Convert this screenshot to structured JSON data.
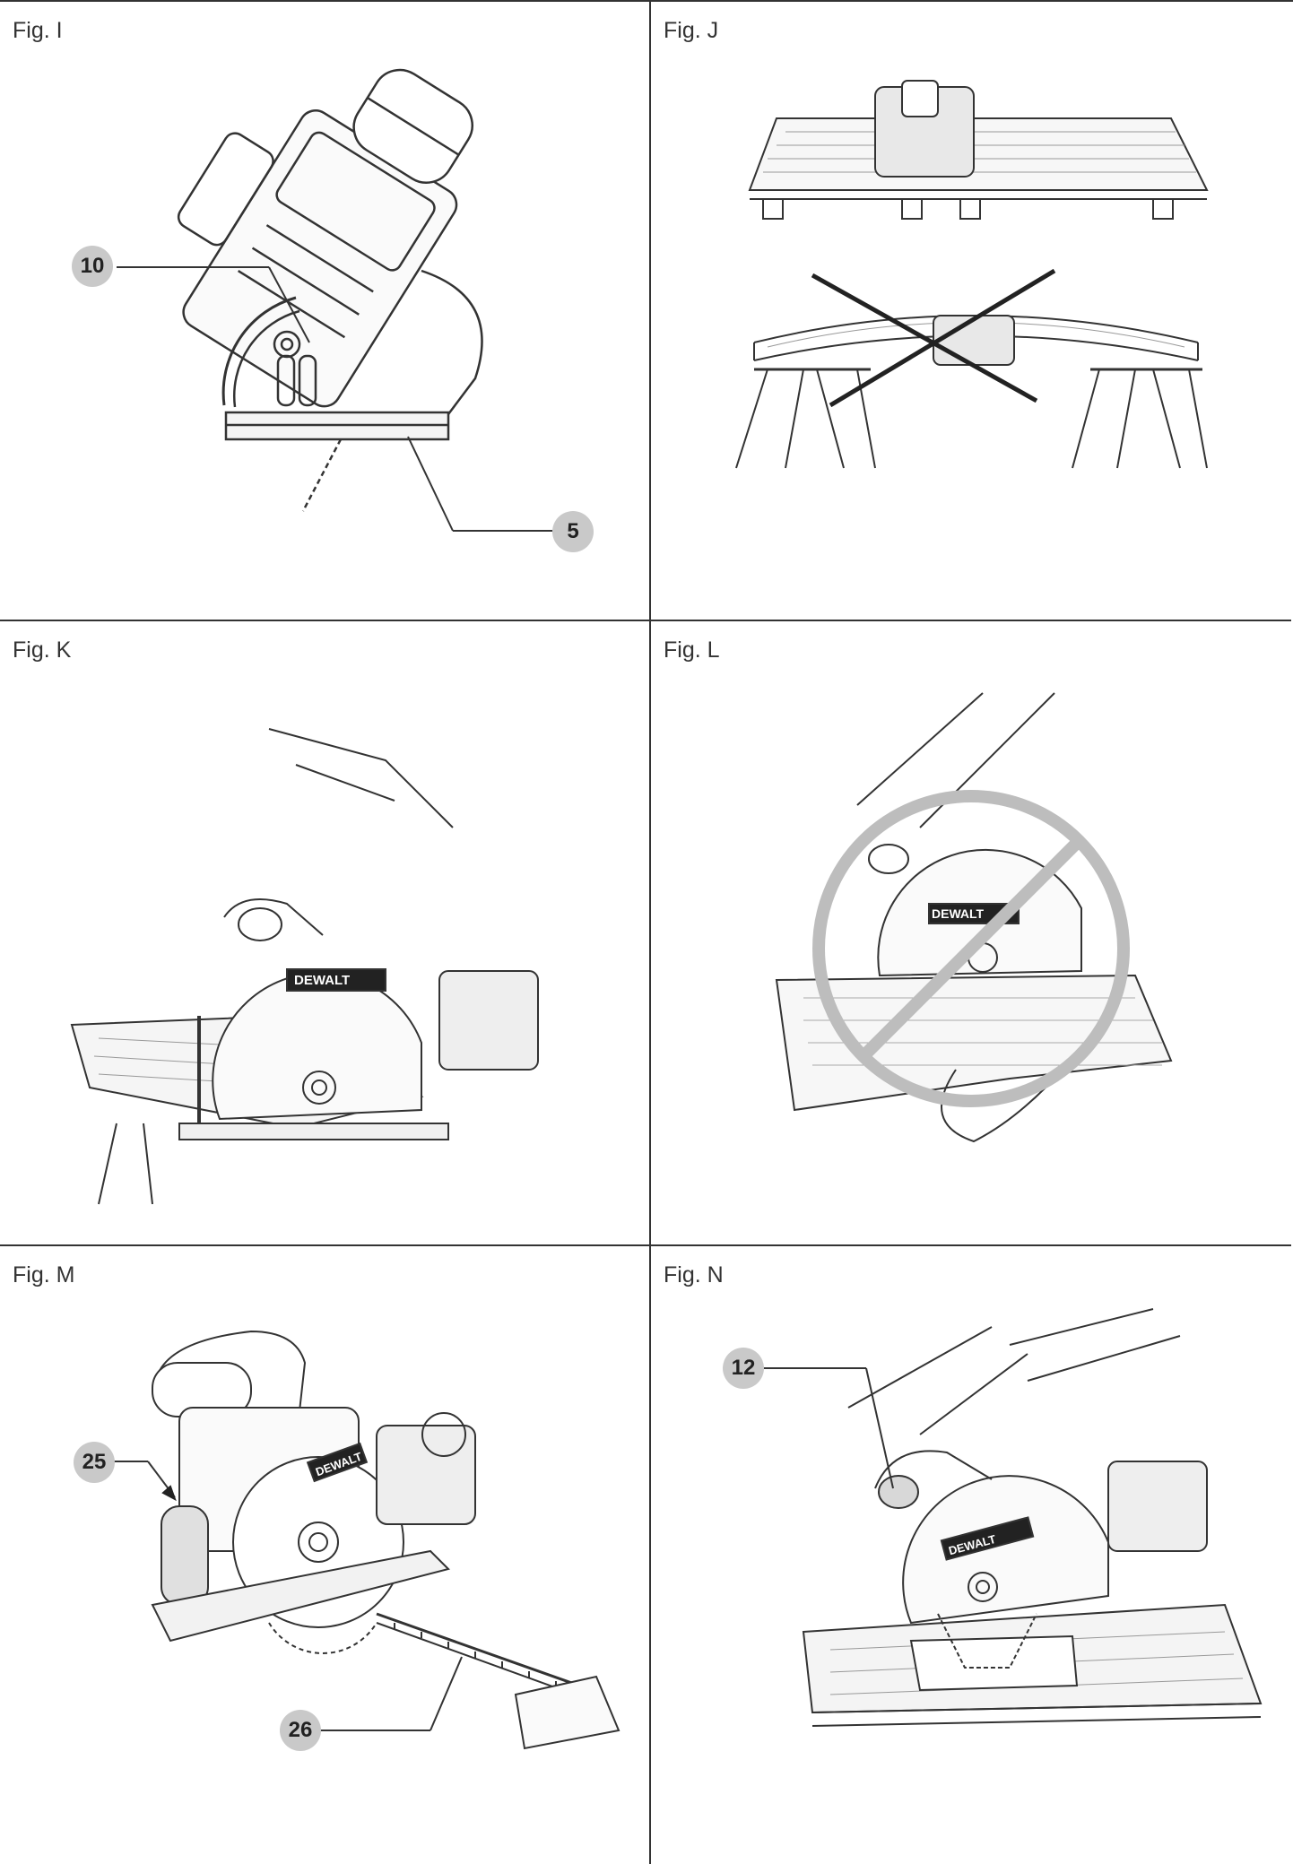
{
  "figures": {
    "I": {
      "label": "Fig. I",
      "callouts": [
        "10",
        "5"
      ],
      "icons": [
        "circular-saw-bevel-illustration"
      ]
    },
    "J": {
      "label": "Fig. J",
      "icons": [
        "board-supported-illustration",
        "board-sagging-crossed-out-illustration"
      ]
    },
    "K": {
      "label": "Fig. K",
      "brand": "DEWALT",
      "icons": [
        "saw-cutting-board-illustration"
      ]
    },
    "L": {
      "label": "Fig. L",
      "brand": "DEWALT",
      "icons": [
        "prohibited-sign-icon",
        "wrong-hand-position-illustration"
      ]
    },
    "M": {
      "label": "Fig. M",
      "callouts": [
        "25",
        "26"
      ],
      "brand": "DEWALT",
      "icons": [
        "saw-with-rip-fence-illustration"
      ]
    },
    "N": {
      "label": "Fig. N",
      "callouts": [
        "12"
      ],
      "brand": "DEWALT",
      "icons": [
        "saw-plunge-cut-illustration"
      ]
    }
  },
  "colors": {
    "lines": "#333333",
    "callout_fill": "#c9c9c9",
    "prohibit_sign": "#bdbdbd"
  }
}
